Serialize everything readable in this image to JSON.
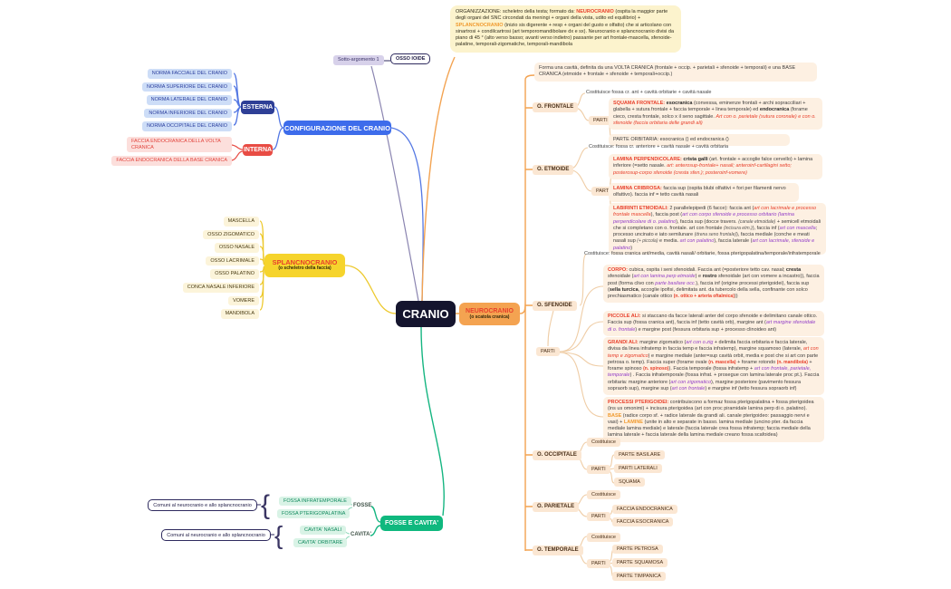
{
  "root": {
    "label": "CRANIO"
  },
  "org_note": {
    "segments": [
      {
        "t": "ORGANIZZAZIONE: scheletro della testa; formato da: "
      },
      {
        "t": "NEUROCRANIO",
        "c": "r"
      },
      {
        "t": " (ospita la maggior parte degli organi del SNC circondati da meningi + organi della vista, udito ed equilibrio) + "
      },
      {
        "t": "SPLANCNOCRANIO",
        "c": "o"
      },
      {
        "t": " (inizio sis digerente + resp + organi del gusto e olfatto) che si articolano con sinartrosi + condilcartrosi (art temporomandibolare dx e sx). Neurocranio e splancnocranio divisi da piano di 45 ° (alto verso basso; avanti verso indietro) passante per art frontale-mascella, sfenoide-palatine, temporali-zigomatiche, temporali-mandibola"
      }
    ]
  },
  "osso": {
    "topic": "Sotto-argomento 1",
    "label": "OSSO IOIDE"
  },
  "config": {
    "label": "CONFIGURAZIONE DEL CRANIO",
    "esterna": {
      "label": "ESTERNA",
      "items": [
        "NORMA FACCIALE DEL CRANIO",
        "NORMA SUPERIORE DEL CRANIO",
        "NORMA LATERALE DEL CRANIO",
        "NORMA INFERIORE DEL CRANIO",
        "NORMA OCCIPITALE DEL CRANIO"
      ]
    },
    "interna": {
      "label": "INTERNA",
      "items": [
        "FACCIA ENDOCRANICA DELLA VOLTA CRANICA",
        "FACCIA ENDOCRANICA DELLA BASE CRANICA"
      ]
    }
  },
  "splancno": {
    "label": "SPLANCNOCRANIO",
    "sub": "(o scheletro della faccia)",
    "items": [
      "MASCELLA",
      "OSSO ZIGOMATICO",
      "OSSO NASALE",
      "OSSO LACRIMALE",
      "OSSO PALATINO",
      "CONCA NASALE INFERIORE",
      "VOMERE",
      "MANDIBOLA"
    ]
  },
  "neuro": {
    "label": "NEUROCRANIO",
    "sub": "(o scatola cranica)",
    "forma": "Forma una cavità, definita da una VOLTA CRANICA (frontale + occip. + parietali + sfenoide + temporali) e una BASE CRANICA (etmoide + frontale + sfenoide + temporali+occip.)",
    "frontale": {
      "label": "O. FRONTALE",
      "costituisce": "Costituisce fossa cr. ant + cavità orbitarie + cavità nasale",
      "parti_label": "PARTI",
      "squama": {
        "segments": [
          {
            "t": "SQUAMA FRONTALE:",
            "c": "r"
          },
          {
            "t": " "
          },
          {
            "t": "esocranica",
            "c": "b"
          },
          {
            "t": " (convessa, eminenze frontali + archi sopracciliari + glabella + sutura frontale + faccia temporale + linea temporale) ed "
          },
          {
            "t": "endocranica",
            "c": "b"
          },
          {
            "t": " (forame cieco, cresta frontale, solco x il seno sagittale. "
          },
          {
            "t": "Art con o. parietale (sutura coronale) e con o. sfenoide (faccia orbitaria delle grandi ali)",
            "c": "ri"
          }
        ]
      },
      "orbitaria": {
        "segments": [
          {
            "t": "PARTE ORBITARIA: esocranica () ed endocranica ()"
          }
        ]
      }
    },
    "etmoide": {
      "label": "O. ETMOIDE",
      "costituisce": "Costituisce: fossa cr. anteriore + cavità nasale + cavità orbitaria",
      "parti_label": "PARTI",
      "perp": {
        "segments": [
          {
            "t": "LAMINA PERPENDICOLARE:",
            "c": "r"
          },
          {
            "t": " "
          },
          {
            "t": "crista galli",
            "c": "b"
          },
          {
            "t": " (art. frontale + accoglie falce cervello) + lamina inferiore (=setto nasale. "
          },
          {
            "t": "art: anterosup-frontale+ nasali; anteroinf-cartilagini setto; posterosup-corpo sfenoide (cresta sfen.); posteroinf-vomere)",
            "c": "ri"
          }
        ]
      },
      "cribrosa": {
        "segments": [
          {
            "t": "LAMINA CRIBROSA:",
            "c": "r"
          },
          {
            "t": " faccia sup (ospita blubi olfattivi + fori per filamenti nervo olfattivo). faccia inf = tetto cavità nasali"
          }
        ]
      },
      "labirinti": {
        "segments": [
          {
            "t": "LABIRINTI ETMOIDALI:",
            "c": "r"
          },
          {
            "t": " 2 parallelepipedi (6 facce): faccia ant ("
          },
          {
            "t": "art con lacrimale e processo frontale mascella",
            "c": "ri"
          },
          {
            "t": "), faccia post ("
          },
          {
            "t": "art con corpo sfenoide e processo orbitario (lamina perpendicolare di o. palatino",
            "c": "pi"
          },
          {
            "t": "), faccia sup (docce travers. "
          },
          {
            "t": "(canale etmoidale)",
            "c": "sm"
          },
          {
            "t": " + semicell etmoidali che si completano con o. frontale. art con frontale "
          },
          {
            "t": "(incisura etm.)",
            "c": "sm"
          },
          {
            "t": "), faccia inf ("
          },
          {
            "t": "art con mascella",
            "c": "pi"
          },
          {
            "t": "; processo uncinato e iato semilunare "
          },
          {
            "t": "(drena seno frontale)",
            "c": "sm"
          },
          {
            "t": "), faccia mediale (conche e meati nasali sup "
          },
          {
            "t": "(+ piccola)",
            "c": "sm"
          },
          {
            "t": " e media. "
          },
          {
            "t": "art con palatino",
            "c": "pi"
          },
          {
            "t": "), faccia laterale ("
          },
          {
            "t": "art con lacrimale, sfenoide e palatino",
            "c": "pi"
          },
          {
            "t": ")"
          }
        ]
      }
    },
    "sfenoide": {
      "label": "O. SFENOIDE",
      "costituisce": "Costituisce: fossa cranica ant/media, cavità nasali/ orbitarie, fossa pterigopalatina/temporale/infratemporale",
      "parti_label": "PARTI",
      "corpo": {
        "segments": [
          {
            "t": "CORPO:",
            "c": "r"
          },
          {
            "t": " cubica, ospita i seni sfenoidali. Faccia ant (=posteriore tetto cav. nasal; "
          },
          {
            "t": "cresta",
            "c": "b"
          },
          {
            "t": " sfenoidale ("
          },
          {
            "t": "art con lamina perp etmoide",
            "c": "pi"
          },
          {
            "t": ") e "
          },
          {
            "t": "rostro",
            "c": "b"
          },
          {
            "t": " sfenoidale (art con vomere a incastro)), faccia post (forma clivo con "
          },
          {
            "t": "parte basilare occ.",
            "c": "pi"
          },
          {
            "t": "), faccia inf (origine processi pterigoidei), faccia sup ("
          },
          {
            "t": "sella turcica",
            "c": "b"
          },
          {
            "t": ", accoglie ipofisi, delimitata ant. da tubercolo della sella, confinante con solco prechiasmatico (canale ottico "
          },
          {
            "t": "(n. ottico + arteria oftalmica)",
            "c": "rb"
          },
          {
            "t": "))"
          }
        ]
      },
      "piccole": {
        "segments": [
          {
            "t": "PICCOLE ALI:",
            "c": "r"
          },
          {
            "t": " si staccano da facce laterali anter del corpo sfenoide e delimitano canale ottico. Faccia sup (fossa cranica ant), faccia inf (tetto cavità orb), margine ant ("
          },
          {
            "t": "art margine sfenoidale di o. frontale",
            "c": "pi"
          },
          {
            "t": ") e margine post (fessura orbitaria sup + processo clinoideo ant)"
          }
        ]
      },
      "grandi": {
        "segments": [
          {
            "t": "GRANDI ALI:",
            "c": "r"
          },
          {
            "t": " margine zigomatico ("
          },
          {
            "t": "art con o.zig",
            "c": "pi"
          },
          {
            "t": " + delimita faccia orbitaria e faccia laterale, divisa da linea infratemp in faccia temp e faccia infratemp), margine squamoso (laterale, "
          },
          {
            "t": "art con temp e zigomatico",
            "c": "ri"
          },
          {
            "t": ") e margine mediale (anter=sup cavità orbit, media e post che si art con parte petrosa o. temp). Faccia super (forame ovale "
          },
          {
            "t": "(n. mascella)",
            "c": "rb"
          },
          {
            "t": " + forame rotondo "
          },
          {
            "t": "(n. mandibola)",
            "c": "rb"
          },
          {
            "t": " + forame spinoso "
          },
          {
            "t": "(n. spinoso)",
            "c": "rb"
          },
          {
            "t": "). Faccia temporale (fossa infratemp + "
          },
          {
            "t": "art con frontale, parietale, temporale",
            "c": "pi"
          },
          {
            "t": ") . Faccia infratemporale (fossa infrat. + prosegue con lamina laterale proc pt.). Faccia orbitaria: margine anteriore ("
          },
          {
            "t": "art con zigomatico",
            "c": "pi"
          },
          {
            "t": "), margine posteriore (pavimento fessura sopraorb sup), margine sup ("
          },
          {
            "t": "art con frontale",
            "c": "pi"
          },
          {
            "t": ") e margine inf (tetto fessura sopraorb inf)"
          }
        ]
      },
      "processi": {
        "segments": [
          {
            "t": "PROCESSI PTERIGOIDEI:",
            "c": "r"
          },
          {
            "t": " contribuiscono a formaz fossa pterigopalatina + fossa pterigoidea (ins us omonimi) + incisura pterigoidea (art con proc piramidale lamina perp di o. palatino). "
          },
          {
            "t": "BASE",
            "c": "o"
          },
          {
            "t": " (radice corpo sf. + radice laterale da grandi ali. canale pterigoideo: passaggio nervi e vasi) + "
          },
          {
            "t": "LAMINE",
            "c": "o"
          },
          {
            "t": " (unite in alto e separate in basso. lamina mediale (uncino pter. da faccia mediale lamina mediale) e laterale (faccia laterale crea fossa infratemp; faccia mediale della lamina laterale + faccia laterale della lamina mediale creano fossa scafoidea)"
          }
        ]
      }
    },
    "occipitale": {
      "label": "O. OCCIPITALE",
      "costituisce": "Costituisce",
      "parti_label": "PARTI",
      "items": [
        "PARTE BASILARE",
        "PARTI LATERALI",
        "SQUAMA"
      ]
    },
    "parietale": {
      "label": "O. PARIETALE",
      "costituisce": "Costituisce",
      "parti_label": "PARTI",
      "items": [
        "FACCIA ENDOCRANICA",
        "FACCIA ESOCRANICA"
      ]
    },
    "temporale": {
      "label": "O. TEMPORALE",
      "costituisce": "Costituisce",
      "parti_label": "PARTI",
      "items": [
        "PARTE PETROSA",
        "PARTE SQUAMOSA",
        "PARTE TIMPANICA"
      ]
    }
  },
  "fosse": {
    "label": "FOSSE E CAVITA'",
    "fosse_label": "FOSSE",
    "cavita_label": "CAVITA'",
    "comuni1": "Comuni al neurocranio e allo splancnocranio",
    "comuni2": "Comuni al neurocranio e allo splancnocranio",
    "fosse_items": [
      "FOSSA INFRATEMPORALE",
      "FOSSA PTERIGOPALATINA"
    ],
    "cavita_items": [
      "CAVITA' NASALI",
      "CAVITA' ORBITARE"
    ]
  },
  "colors": {
    "root_bg": "#15152e",
    "blue": "#3d6ceb",
    "dark_blue": "#2e3f96",
    "red": "#e84c44",
    "yellow": "#f6d42c",
    "orange": "#f4a351",
    "green": "#0fb87e",
    "peach": "#fbe7d3",
    "detail_bg": "#fdf0e2",
    "accent_red_text": "#e8402c",
    "purple_italic": "#9340c8"
  }
}
